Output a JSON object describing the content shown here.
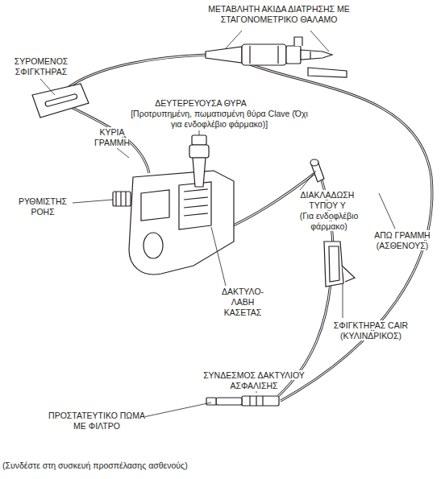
{
  "diagram": {
    "labels": [
      "ΜΕΤΑΒΛΗΤΗ ΑΚΙΔΑ ΔΙΑΤΡΗΣΗΣ ΜΕ ΣΤΑΓΟΝΟΜΕΤΡΙΚΟ ΘΑΛΑΜΟ",
      "ΣΥΡΟΜΕΝΟΣ ΣΦΙΓΚΤΗΡΑΣ",
      "ΔΕΥΤΕΡΕΥΟΥΣΑ ΘΥΡΑ",
      "[Προτρυπημένη, πωματισμένη θύρα Clave (Όχι για ενδοφλέβιο φάρμακο)]",
      "ΚΥΡΙΑ ΓΡΑΜΜΗ",
      "ΔΙΑΚΛΑΔΩΣΗ ΤΥΠΟΥ Υ",
      "(Για ενδοφλέβιο φάρμακο)",
      "ΑΠΩ ΓΡΑΜΜΗ (ΑΣΘΕΝΟΥΣ)",
      "ΡΥΘΜΙΣΤΗΣ ΡΟΗΣ",
      "ΔΑΚΤΥΛΟ- ΛΑΒΗ ΚΑΣΕΤΑΣ",
      "ΣΦΙΓΚΤΗΡΑΣ CAIR (ΚΥΛΙΝΔΡΙΚΟΣ)",
      "ΣΥΝΔΕΣΜΟΣ ΔΑΚΤΥΛΙΟΥ ΑΣΦΑΛΙΣΗΣ",
      "ΠΡΟΣΤΑΤΕΥΤΙΚΟ ΠΩΜΑ ΜΕ ΦΙΛΤΡΟ",
      "(Συνδέστε στη συσκευή προσπέλασης ασθενούς)"
    ]
  }
}
